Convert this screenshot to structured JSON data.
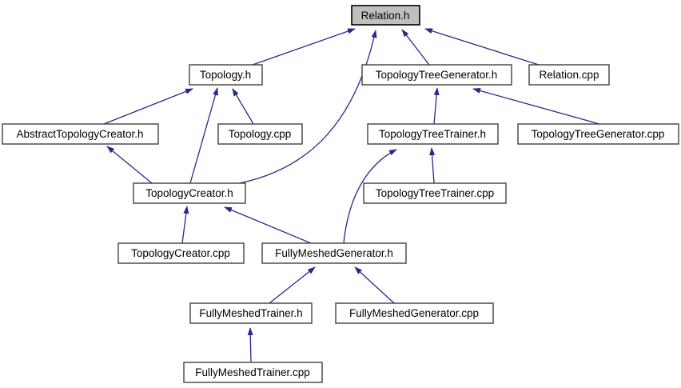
{
  "diagram": {
    "kind": "include-dependency-graph",
    "root_file": "Relation.h",
    "colors": {
      "edge": "#28288f",
      "node_fill": "#ffffff",
      "root_node_fill": "#bfbfbf",
      "node_border": "#404040",
      "text": "#000000",
      "background": "#ffffff"
    },
    "nodes": [
      {
        "id": "relation-h",
        "label": "Relation.h",
        "highlighted": true
      },
      {
        "id": "topology-h",
        "label": "Topology.h",
        "highlighted": false
      },
      {
        "id": "topology-tree-generator-h",
        "label": "TopologyTreeGenerator.h",
        "highlighted": false
      },
      {
        "id": "relation-cpp",
        "label": "Relation.cpp",
        "highlighted": false
      },
      {
        "id": "abstract-topology-creator-h",
        "label": "AbstractTopologyCreator.h",
        "highlighted": false
      },
      {
        "id": "topology-cpp",
        "label": "Topology.cpp",
        "highlighted": false
      },
      {
        "id": "topology-tree-trainer-h",
        "label": "TopologyTreeTrainer.h",
        "highlighted": false
      },
      {
        "id": "topology-tree-generator-cpp",
        "label": "TopologyTreeGenerator.cpp",
        "highlighted": false
      },
      {
        "id": "topology-creator-h",
        "label": "TopologyCreator.h",
        "highlighted": false
      },
      {
        "id": "topology-tree-trainer-cpp",
        "label": "TopologyTreeTrainer.cpp",
        "highlighted": false
      },
      {
        "id": "topology-creator-cpp",
        "label": "TopologyCreator.cpp",
        "highlighted": false
      },
      {
        "id": "fully-meshed-generator-h",
        "label": "FullyMeshedGenerator.h",
        "highlighted": false
      },
      {
        "id": "fully-meshed-trainer-h",
        "label": "FullyMeshedTrainer.h",
        "highlighted": false
      },
      {
        "id": "fully-meshed-generator-cpp",
        "label": "FullyMeshedGenerator.cpp",
        "highlighted": false
      },
      {
        "id": "fully-meshed-trainer-cpp",
        "label": "FullyMeshedTrainer.cpp",
        "highlighted": false
      }
    ],
    "edges": [
      {
        "from": "Topology.h",
        "to": "Relation.h"
      },
      {
        "from": "TopologyCreator.h",
        "to": "Relation.h"
      },
      {
        "from": "TopologyTreeGenerator.h",
        "to": "Relation.h"
      },
      {
        "from": "Relation.cpp",
        "to": "Relation.h"
      },
      {
        "from": "AbstractTopologyCreator.h",
        "to": "Topology.h"
      },
      {
        "from": "TopologyCreator.h",
        "to": "Topology.h"
      },
      {
        "from": "Topology.cpp",
        "to": "Topology.h"
      },
      {
        "from": "TopologyCreator.h",
        "to": "AbstractTopologyCreator.h"
      },
      {
        "from": "TopologyCreator.cpp",
        "to": "TopologyCreator.h"
      },
      {
        "from": "FullyMeshedGenerator.h",
        "to": "TopologyCreator.h"
      },
      {
        "from": "TopologyTreeTrainer.h",
        "to": "TopologyTreeGenerator.h"
      },
      {
        "from": "TopologyTreeGenerator.cpp",
        "to": "TopologyTreeGenerator.h"
      },
      {
        "from": "TopologyTreeTrainer.cpp",
        "to": "TopologyTreeTrainer.h"
      },
      {
        "from": "FullyMeshedGenerator.h",
        "to": "TopologyTreeTrainer.h"
      },
      {
        "from": "FullyMeshedTrainer.h",
        "to": "FullyMeshedGenerator.h"
      },
      {
        "from": "FullyMeshedGenerator.cpp",
        "to": "FullyMeshedGenerator.h"
      },
      {
        "from": "FullyMeshedTrainer.cpp",
        "to": "FullyMeshedTrainer.h"
      }
    ]
  }
}
